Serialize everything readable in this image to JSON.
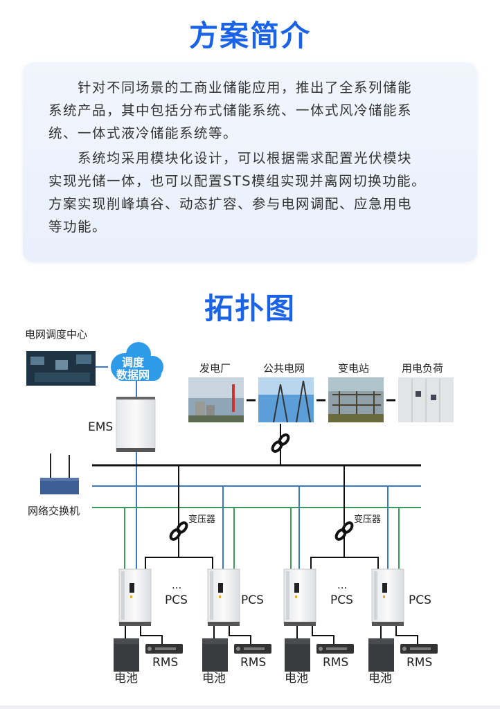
{
  "intro_title": "方案简介",
  "intro_paragraphs": [
    [
      "针对不同场景的工商业储能应用，推出了全系列储能",
      "系统产品，其中包括分布式储能系统、一体式风冷储能系",
      "统、一体式液冷储能系统等。"
    ],
    [
      "系统均采用模块化设计，可以根据需求配置光伏模块",
      "实现光储一体，也可以配置STS模组实现并离网切换功能。",
      "方案实现削峰填谷、动态扩容、参与电网调配、应急用电",
      "等功能。"
    ]
  ],
  "topology_title": "拓扑图",
  "diagram": {
    "dispatch_center": "电网调度中心",
    "cloud": [
      "调度",
      "数据网"
    ],
    "ems": "EMS",
    "switch": "网络交换机",
    "grid_nodes": [
      "发电厂",
      "公共电网",
      "变电站",
      "用电负荷"
    ],
    "transformer": "变压器",
    "pcs": "PCS",
    "ellipsis": "...",
    "battery": "电池",
    "rms": "RMS"
  },
  "colors": {
    "accent": "#1a62e6",
    "bus_ac": "#111111",
    "bus_comm_blue": "#3a78c8",
    "bus_comm_green": "#3a9a5a",
    "cloud": "#2e9be8"
  }
}
